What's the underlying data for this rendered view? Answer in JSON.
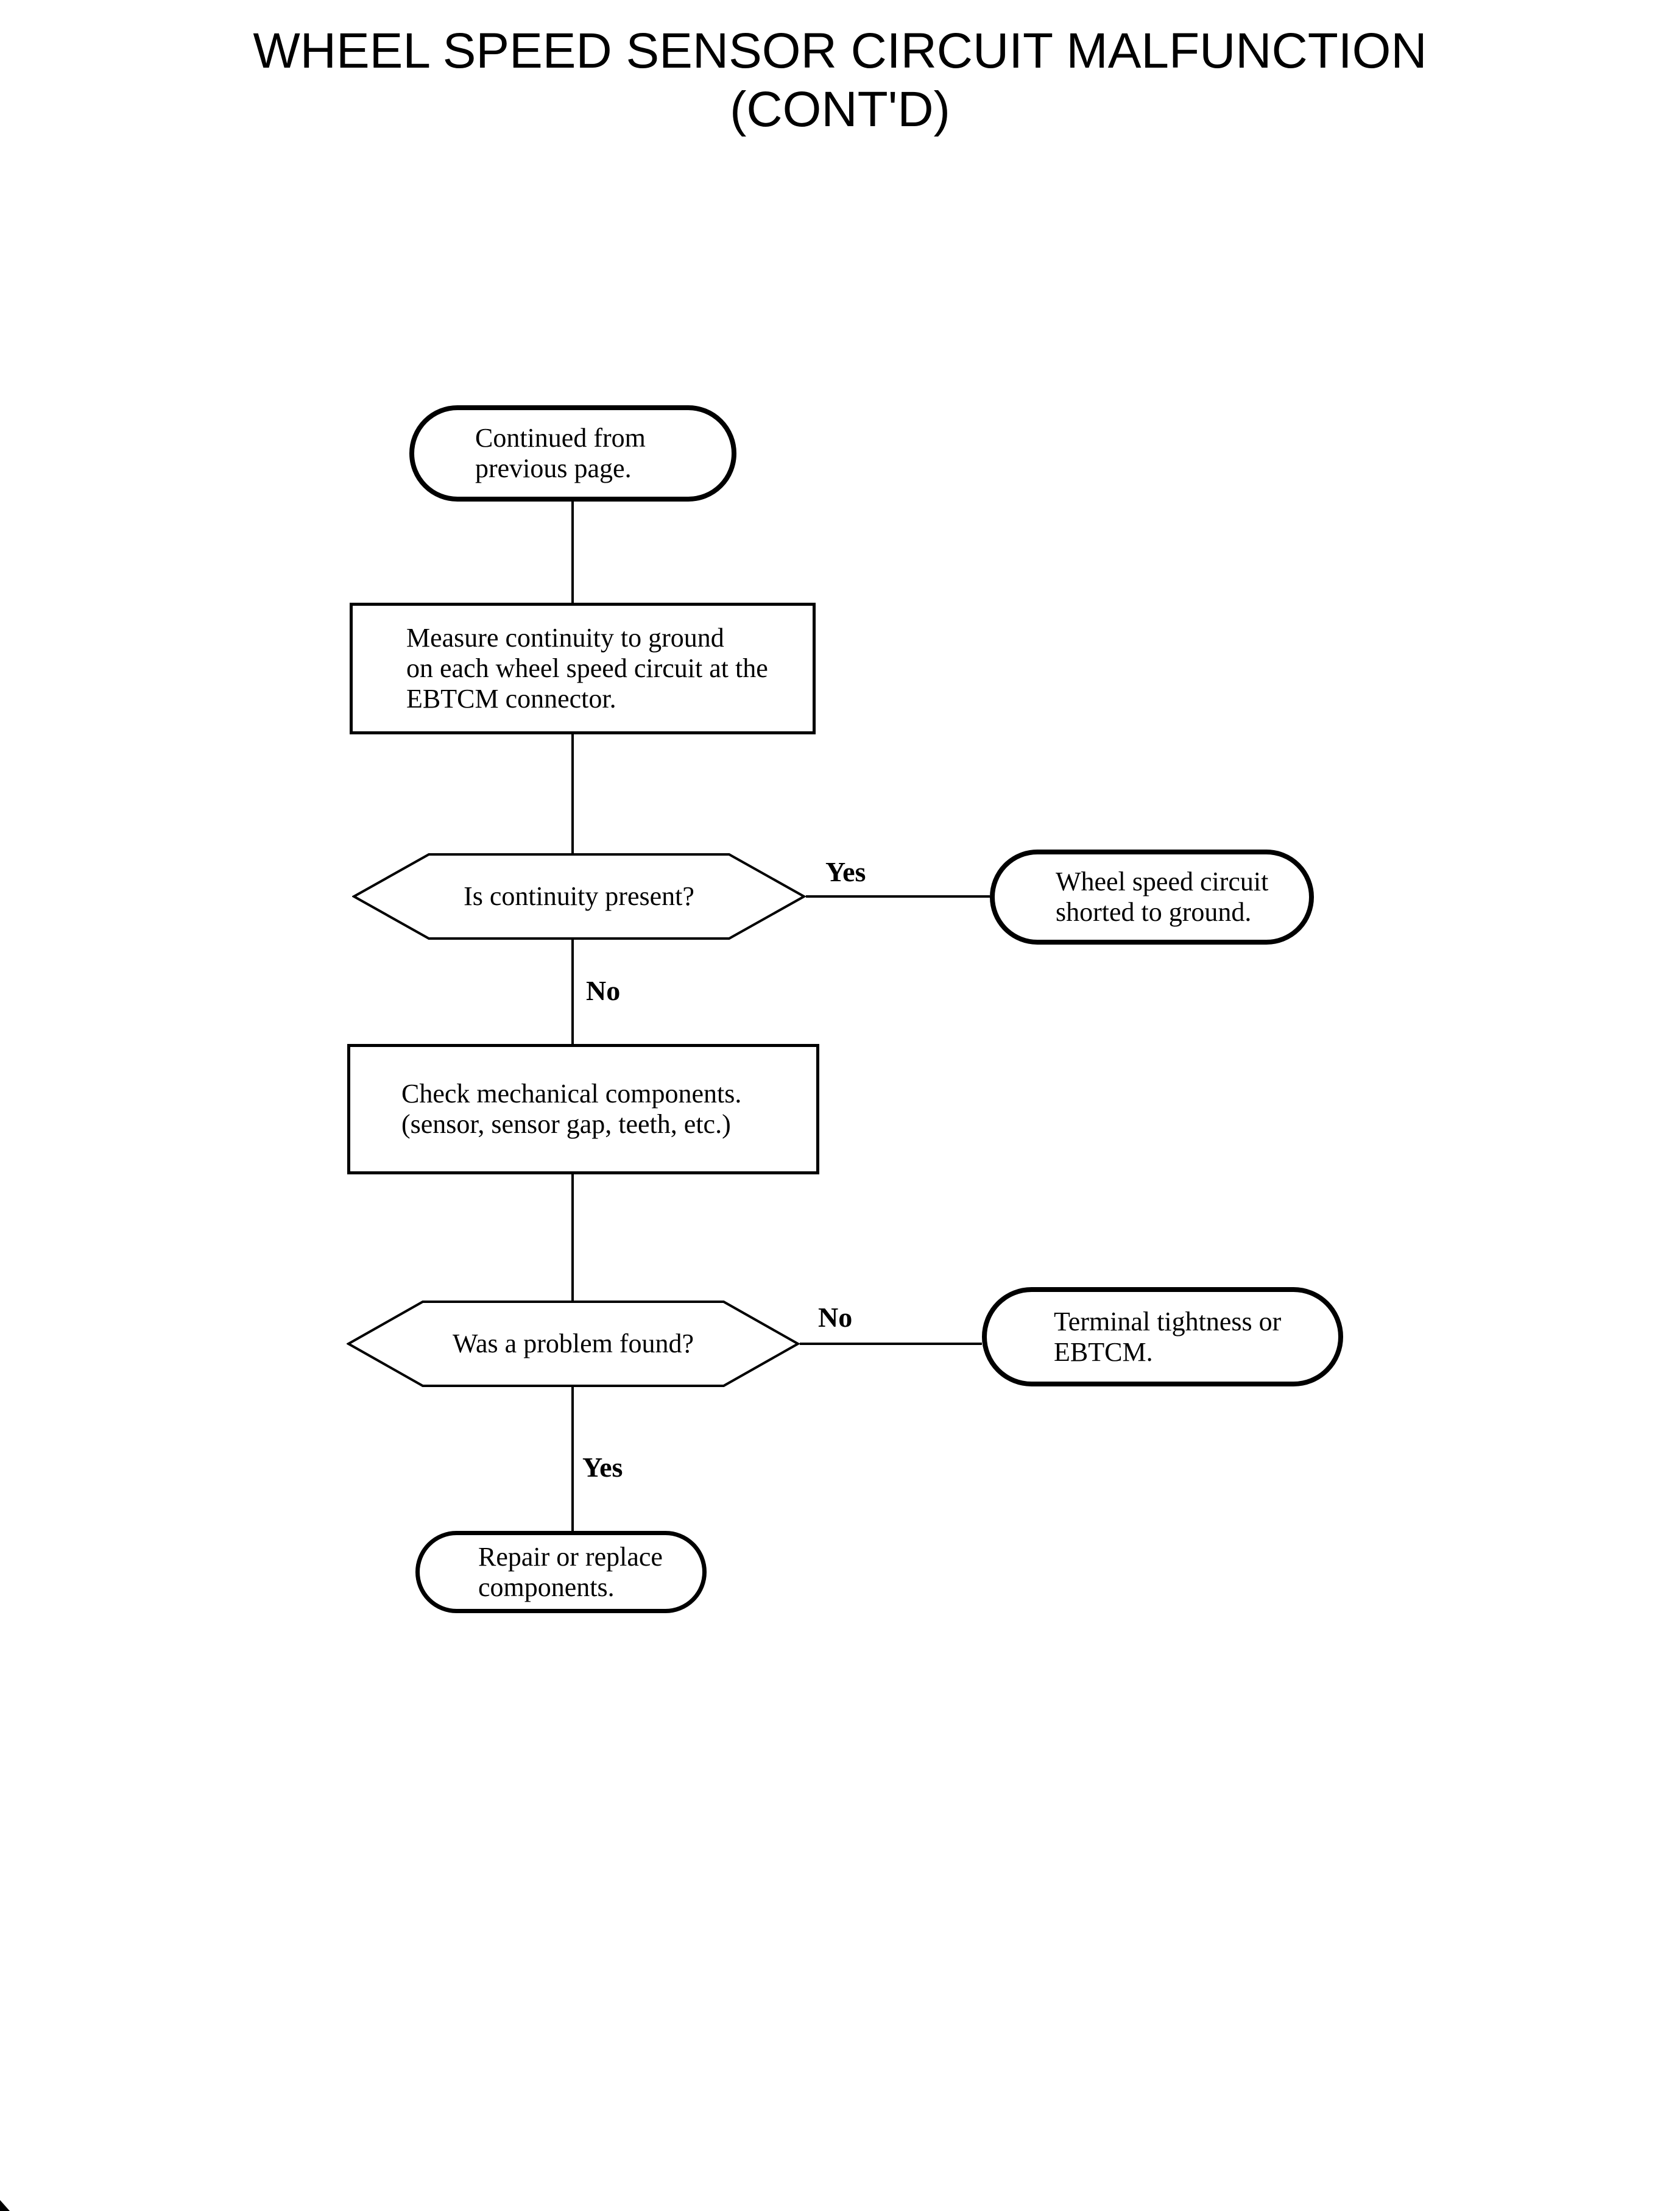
{
  "page": {
    "background": "#ffffff",
    "ink": "#000000"
  },
  "title": {
    "line1": "WHEEL SPEED SENSOR CIRCUIT MALFUNCTION",
    "line2": "(CONT'D)"
  },
  "flowchart": {
    "nodes": {
      "start": {
        "type": "terminal",
        "shape": "stadium",
        "lines": [
          "Continued from",
          "previous page."
        ]
      },
      "measure": {
        "type": "process",
        "shape": "rectangle",
        "lines": [
          "Measure continuity to ground",
          "on each wheel speed circuit at the",
          "EBTCM connector."
        ]
      },
      "continuity": {
        "type": "decision",
        "shape": "hexagon",
        "lines": [
          "Is continuity present?"
        ]
      },
      "shorted": {
        "type": "result",
        "shape": "stadium",
        "lines": [
          "Wheel speed circuit",
          "shorted to ground."
        ]
      },
      "mechanical": {
        "type": "process",
        "shape": "rectangle",
        "lines": [
          "Check mechanical components.",
          "(sensor, sensor gap, teeth, etc.)"
        ]
      },
      "problem": {
        "type": "decision",
        "shape": "hexagon",
        "lines": [
          "Was a problem found?"
        ]
      },
      "tightness": {
        "type": "result",
        "shape": "stadium",
        "lines": [
          "Terminal tightness or",
          "EBTCM."
        ]
      },
      "repair": {
        "type": "terminal",
        "shape": "stadium",
        "lines": [
          "Repair or replace",
          "components."
        ]
      }
    },
    "edges": [
      {
        "from": "start",
        "to": "measure",
        "label": ""
      },
      {
        "from": "measure",
        "to": "continuity",
        "label": ""
      },
      {
        "from": "continuity",
        "to": "shorted",
        "label": "Yes"
      },
      {
        "from": "continuity",
        "to": "mechanical",
        "label": "No"
      },
      {
        "from": "mechanical",
        "to": "problem",
        "label": ""
      },
      {
        "from": "problem",
        "to": "tightness",
        "label": "No"
      },
      {
        "from": "problem",
        "to": "repair",
        "label": "Yes"
      }
    ]
  }
}
